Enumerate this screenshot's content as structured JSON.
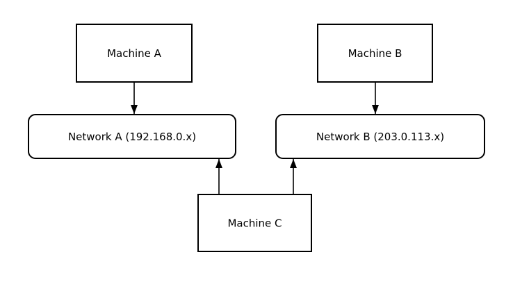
{
  "diagram": {
    "type": "network-topology",
    "colors": {
      "background": "#ffffff",
      "line": "#000000",
      "text": "#000000"
    },
    "nodes": {
      "machine_a": {
        "label": "Machine A",
        "shape": "rectangle"
      },
      "machine_b": {
        "label": "Machine B",
        "shape": "rectangle"
      },
      "network_a": {
        "label": "Network A (192.168.0.x)",
        "shape": "rounded-rectangle"
      },
      "network_b": {
        "label": "Network B (203.0.113.x)",
        "shape": "rounded-rectangle"
      },
      "machine_c": {
        "label": "Machine C",
        "shape": "rectangle"
      }
    },
    "edges": [
      {
        "from": "machine_a",
        "to": "network_a",
        "direction": "down"
      },
      {
        "from": "machine_b",
        "to": "network_b",
        "direction": "down"
      },
      {
        "from": "machine_c",
        "to": "network_a",
        "direction": "up"
      },
      {
        "from": "machine_c",
        "to": "network_b",
        "direction": "up"
      }
    ]
  }
}
